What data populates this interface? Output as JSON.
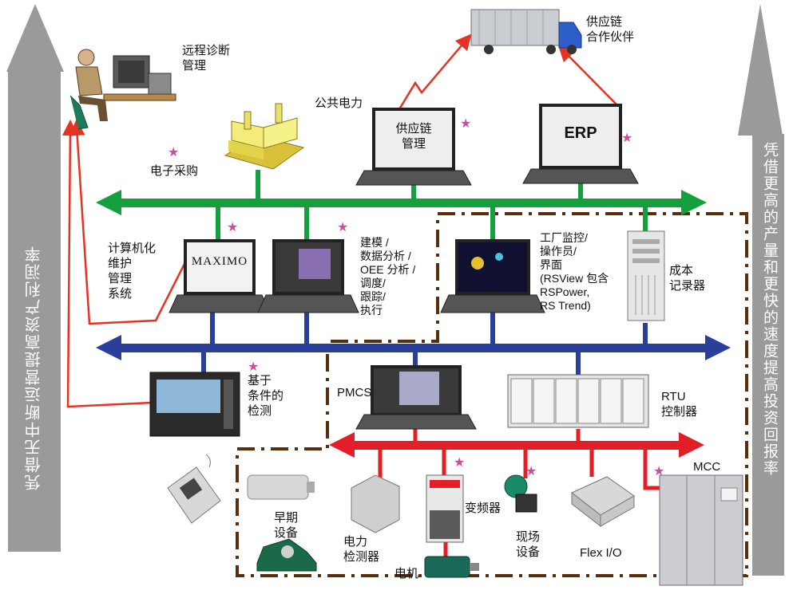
{
  "side_text": {
    "left": "凭借无中断运营提高资产利润率",
    "right": "凭借更高的产量和更快的速度提高投资回报率"
  },
  "labels": {
    "remote_diag": "远程诊断\n管理",
    "supply_partner": "供应链\n合作伙伴",
    "public_power": "公共电力",
    "supply_mgmt": "供应链\n管理",
    "erp": "ERP",
    "e_procurement": "电子采购",
    "cmms": "计算机化\n维护\n管理\n系统",
    "maximo": "MAXIMO",
    "modeling": "建模 /\n数据分析 /\nOEE 分析 /\n调度/\n跟踪/\n执行",
    "plant_monitor": "工厂监控/\n操作员/\n界面\n(RSView 包含\nRSPower,\nRS Trend)",
    "cost_recorder": "成本\n记录器",
    "condition_monitor": "基于\n条件的\n检测",
    "pmcs": "PMCS",
    "rtu": "RTU\n控制器",
    "mcc": "MCC",
    "early_device": "早期\n设备",
    "power_monitor": "电力\n检测器",
    "motor": "电机",
    "vfd": "变频器",
    "field_device": "现场\n设备",
    "flex_io": "Flex I/O"
  },
  "colors": {
    "enterprise_bus": "#14a03c",
    "plant_bus": "#2a3f9a",
    "device_bus": "#e41e26",
    "link": "#e63222",
    "boundary": "#5a2d0c",
    "big_arrow": "#9a9a9a",
    "star": "#d04aa0"
  }
}
